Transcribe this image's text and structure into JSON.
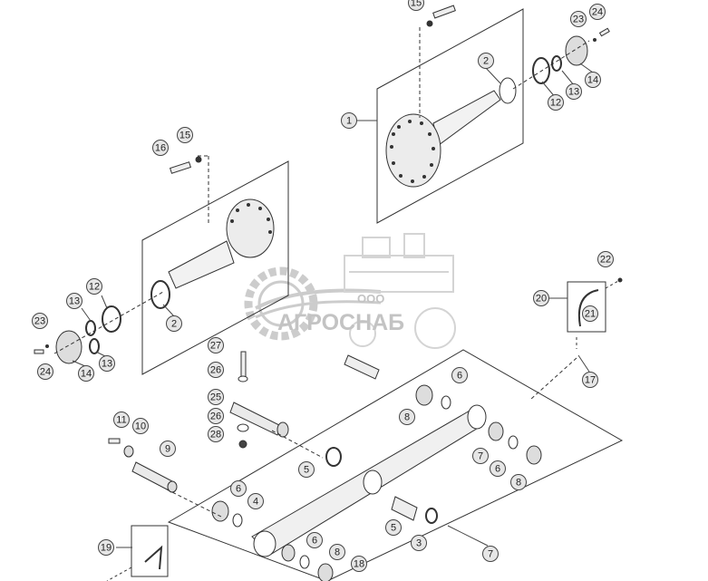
{
  "watermark": {
    "company_prefix": "ООО",
    "company_name": "АГРОСНАБ"
  },
  "callouts": [
    "15",
    "23",
    "24",
    "2",
    "1",
    "12",
    "13",
    "14",
    "16",
    "15",
    "12",
    "13",
    "2",
    "23",
    "24",
    "14",
    "13",
    "22",
    "20",
    "21",
    "27",
    "26",
    "25",
    "26",
    "28",
    "6",
    "8",
    "17",
    "11",
    "10",
    "9",
    "7",
    "6",
    "5",
    "8",
    "6",
    "4",
    "5",
    "3",
    "7",
    "6",
    "8",
    "18",
    "19"
  ]
}
